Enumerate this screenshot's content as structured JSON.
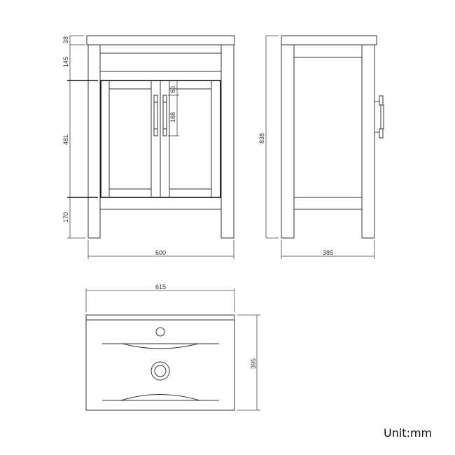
{
  "drawing": {
    "front_view": {
      "dims": {
        "top_thickness": "38",
        "apron_height": "145",
        "door_height": "481",
        "leg_height": "170",
        "handle_offset": "60",
        "handle_length": "168",
        "width": "600"
      }
    },
    "side_view": {
      "dims": {
        "height": "838",
        "depth": "385"
      }
    },
    "basin_top_view": {
      "dims": {
        "width": "615",
        "depth": "395"
      }
    },
    "unit_label": "Unit:mm",
    "colors": {
      "line": "#222222",
      "thin_line": "#555555",
      "background": "#ffffff"
    }
  }
}
